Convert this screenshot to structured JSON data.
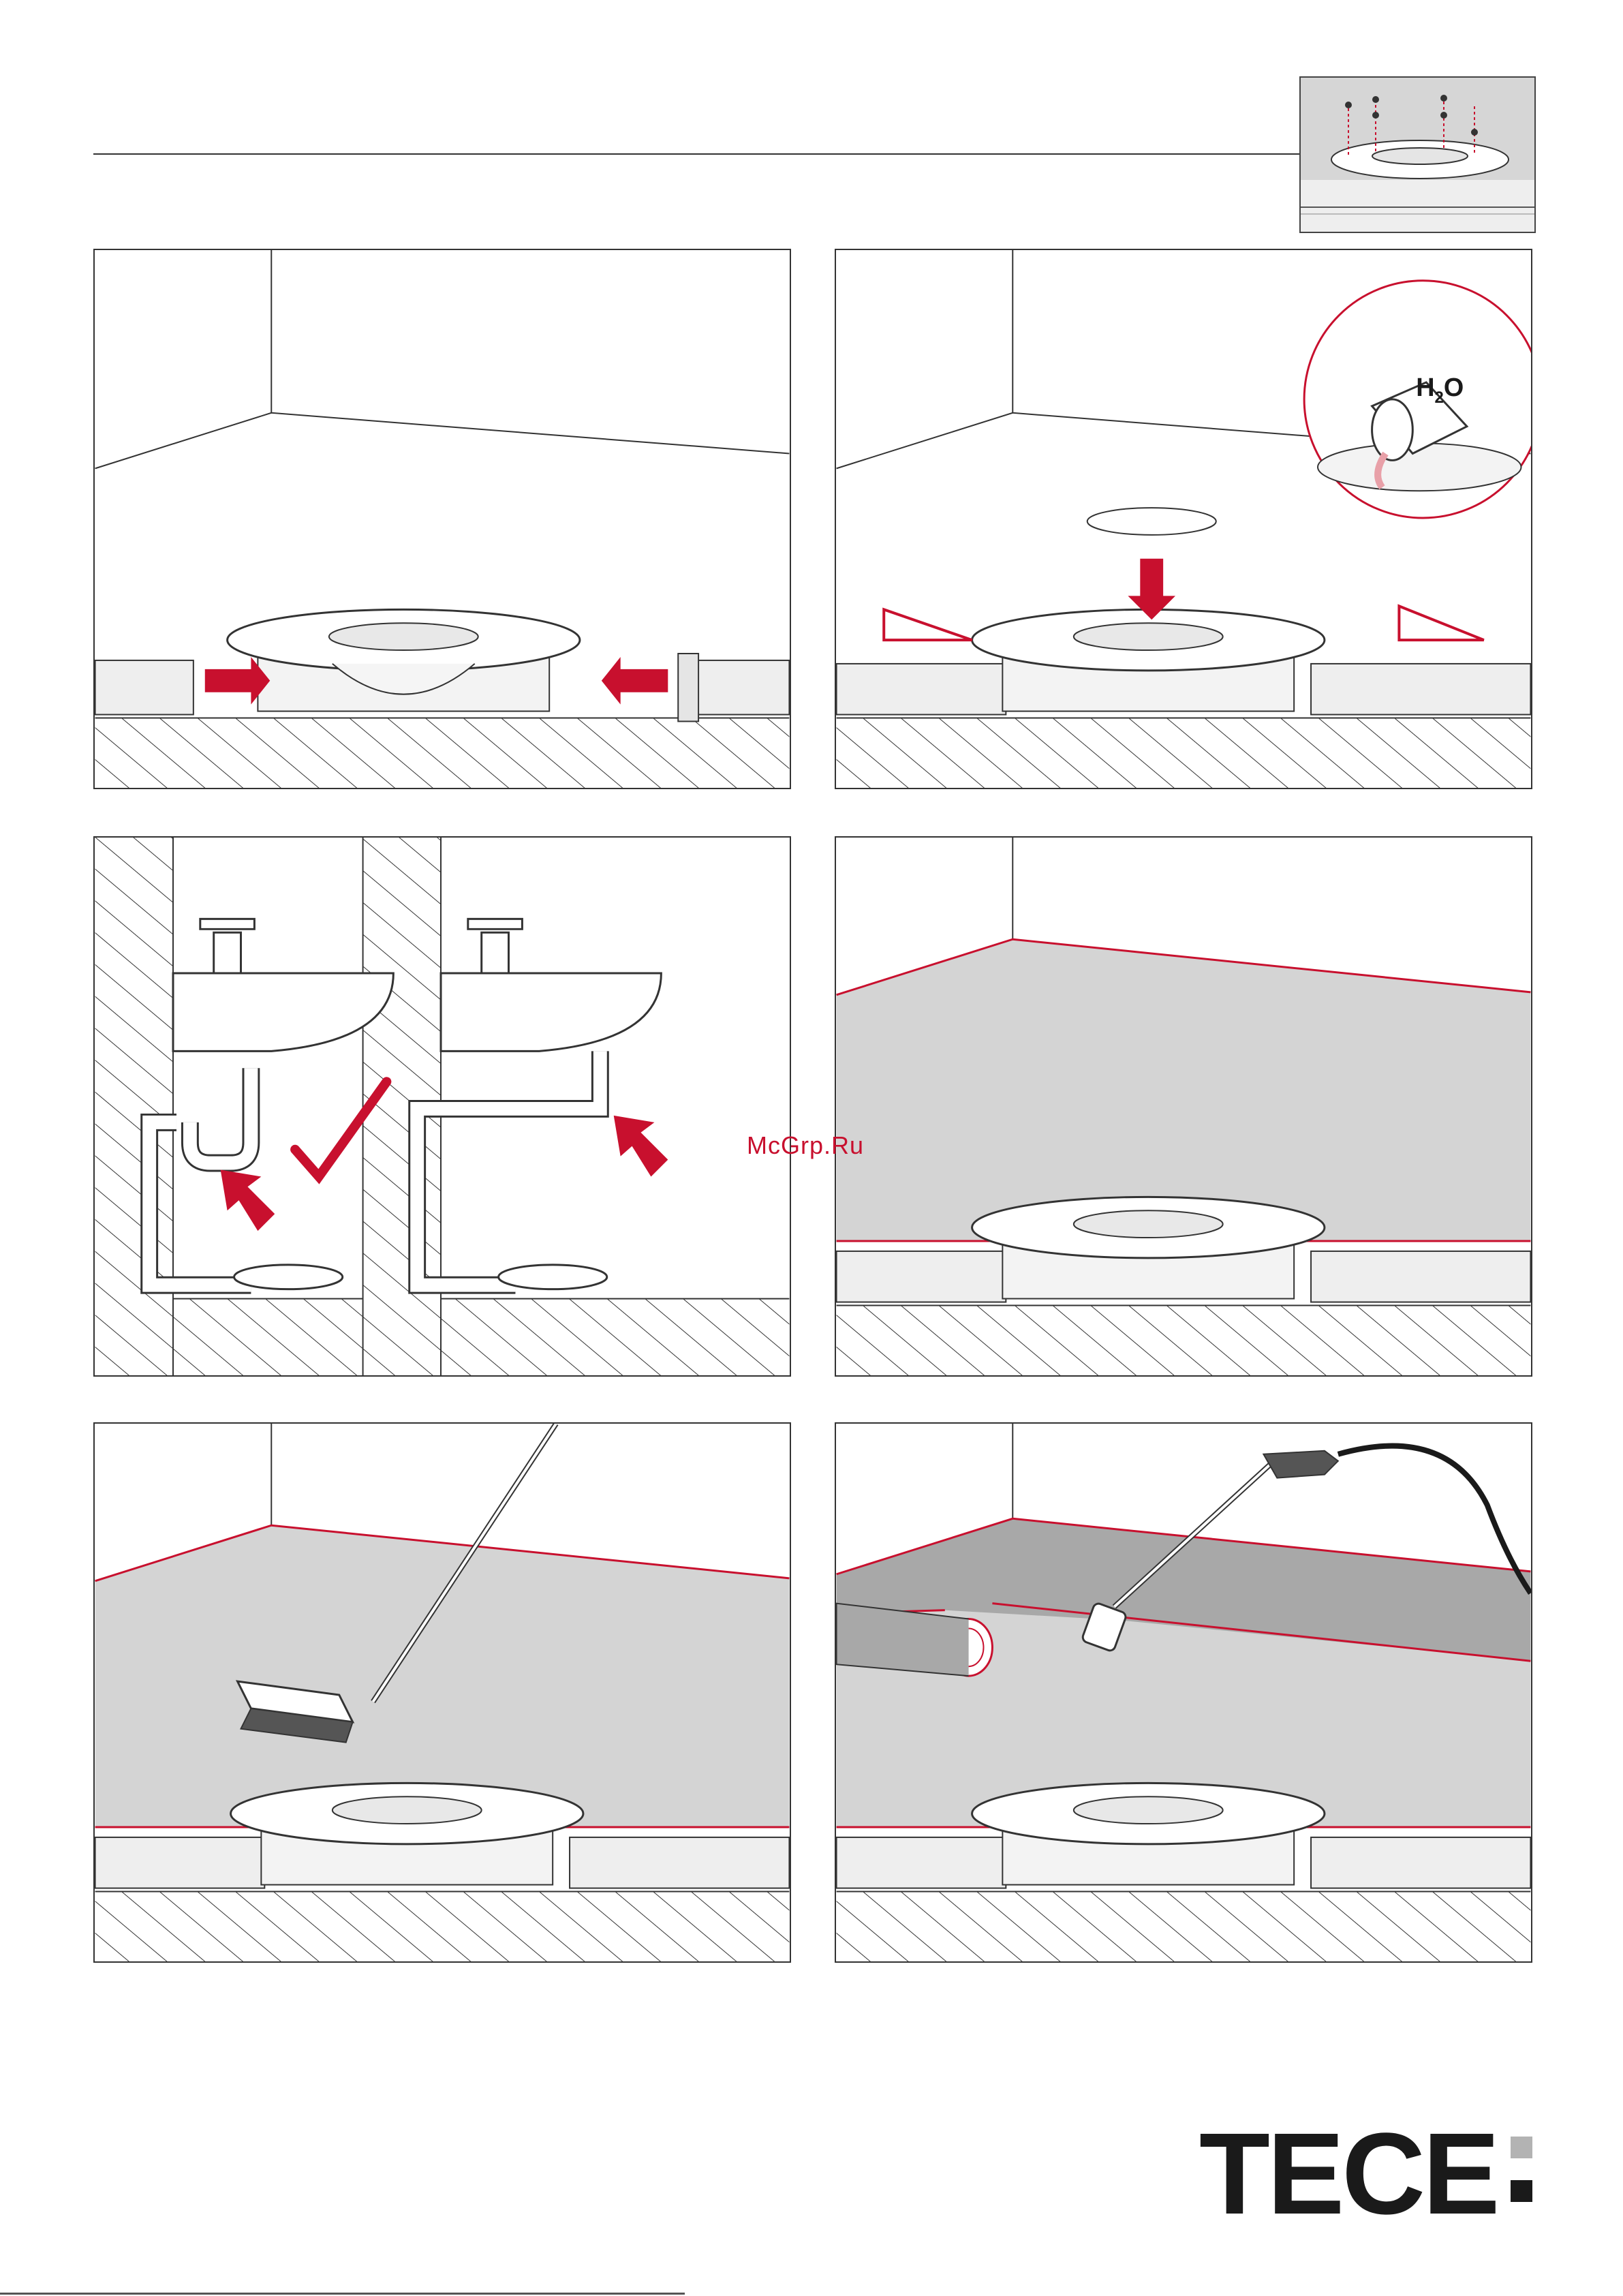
{
  "watermark": "McGrp.Ru",
  "logo": {
    "text": "TECE",
    "accent_color": "#b3b3b3"
  },
  "step2": {
    "bucket_label_main": "H",
    "bucket_label_sub": "2",
    "bucket_label_tail": "O"
  },
  "colors": {
    "accent_red": "#c8102e",
    "line": "#333333",
    "floor_grey": "#d4d4d4",
    "membrane_grey": "#a8a8a8"
  },
  "icons": [
    "arrow-right-icon",
    "arrow-left-icon",
    "arrow-down-icon",
    "checkmark-icon",
    "slope-triangle-icon"
  ]
}
